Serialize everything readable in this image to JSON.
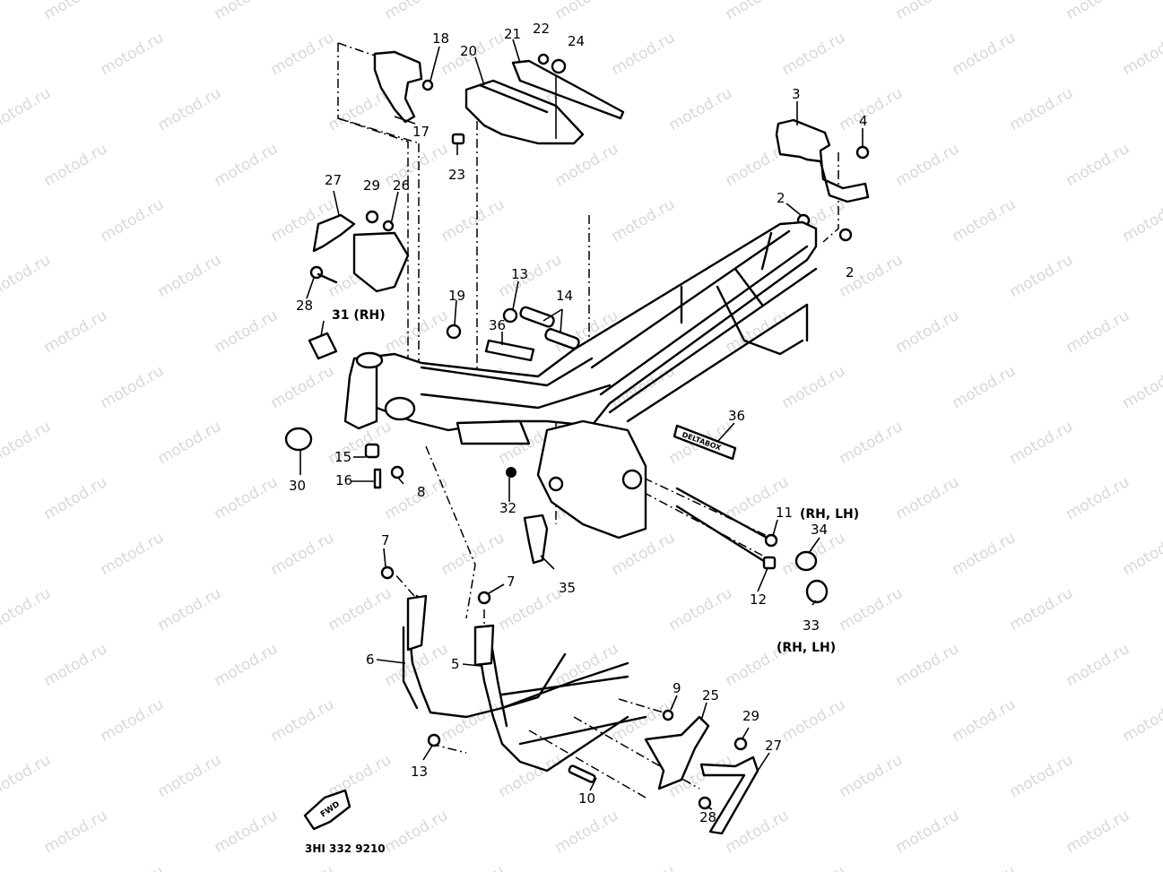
{
  "watermark": {
    "text": "motod.ru",
    "color": "#d8d8d8"
  },
  "diagram": {
    "title": "Frame exploded parts diagram",
    "labels": {
      "p2a": "2",
      "p2b": "2",
      "p3": "3",
      "p4": "4",
      "p5": "5",
      "p6": "6",
      "p7a": "7",
      "p7b": "7",
      "p8": "8",
      "p9": "9",
      "p10": "10",
      "p11": "11",
      "p11_note": "(RH, LH)",
      "p12": "12",
      "p13a": "13",
      "p13b": "13",
      "p14": "14",
      "p15": "15",
      "p16": "16",
      "p17": "17",
      "p18": "18",
      "p19": "19",
      "p20": "20",
      "p21": "21",
      "p22": "22",
      "p23": "23",
      "p24": "24",
      "p25": "25",
      "p26": "26",
      "p27a": "27",
      "p27b": "27",
      "p28a": "28",
      "p28b": "28",
      "p29a": "29",
      "p29b": "29",
      "p30": "30",
      "p31": "31 (RH)",
      "p32": "32",
      "p33": "33",
      "p33_note": "(RH, LH)",
      "p34": "34",
      "p35": "35",
      "p36a": "36",
      "p36b": "36"
    },
    "decal_text": "DELTABOX",
    "fwd_arrow_text": "FWD",
    "drawing_code": "3HI 332 9210"
  }
}
